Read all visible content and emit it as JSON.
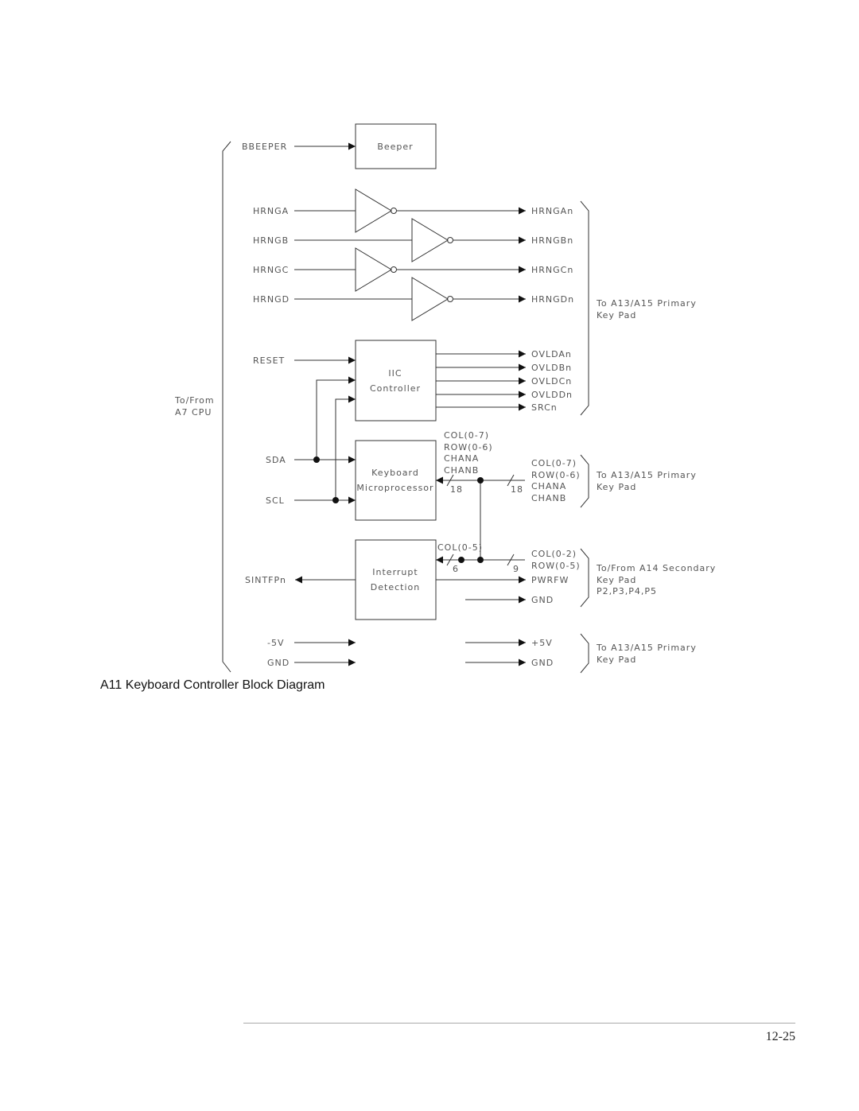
{
  "caption": "A11 Keyboard Controller Block Diagram",
  "page_number": "12-25",
  "left_group_label": [
    "To/From",
    "A7 CPU"
  ],
  "blocks": {
    "beeper": "Beeper",
    "iic": [
      "IIC",
      "Controller"
    ],
    "keyboard": [
      "Keyboard",
      "Microprocessor"
    ],
    "interrupt": [
      "Interrupt",
      "Detection"
    ]
  },
  "inputs": {
    "bbeeper": "BBEEPER",
    "hrnga": "HRNGA",
    "hrngb": "HRNGB",
    "hrngc": "HRNGC",
    "hrngd": "HRNGD",
    "reset": "RESET",
    "sda": "SDA",
    "scl": "SCL",
    "sintfpn": "SINTFPn",
    "neg5v": "-5V",
    "gnd": "GND"
  },
  "outputs": {
    "hrngan": "HRNGAn",
    "hrngbn": "HRNGBn",
    "hrngcn": "HRNGCn",
    "hrngdn": "HRNGDn",
    "ovldan": "OVLDAn",
    "ovldbn": "OVLDBn",
    "ovldcn": "OVLDCn",
    "ovlddn": "OVLDDn",
    "srcn": "SRCn",
    "col07": "COL(0-7)",
    "row06": "ROW(0-6)",
    "chana": "CHANA",
    "chanb": "CHANB",
    "col02": "COL(0-2)",
    "row05": "ROW(0-5)",
    "pwrfw": "PWRFW",
    "gnd_out1": "GND",
    "pos5v": "+5V",
    "gnd_out2": "GND"
  },
  "bus_labels": {
    "kb_col07": "COL(0-7)",
    "kb_row06": "ROW(0-6)",
    "kb_chana": "CHANA",
    "kb_chanb": "CHANB",
    "kb_width_left": "18",
    "kb_width_right": "18",
    "int_col05": "COL(0-5)",
    "int_width_left": "6",
    "int_width_right": "9"
  },
  "right_groups": {
    "primary1": [
      "To A13/A15 Primary",
      "Key Pad"
    ],
    "primary2": [
      "To A13/A15 Primary",
      "Key Pad"
    ],
    "secondary": [
      "To/From A14 Secondary",
      "Key Pad",
      "P2,P3,P4,P5"
    ],
    "primary3": [
      "To A13/A15 Primary",
      "Key Pad"
    ]
  }
}
